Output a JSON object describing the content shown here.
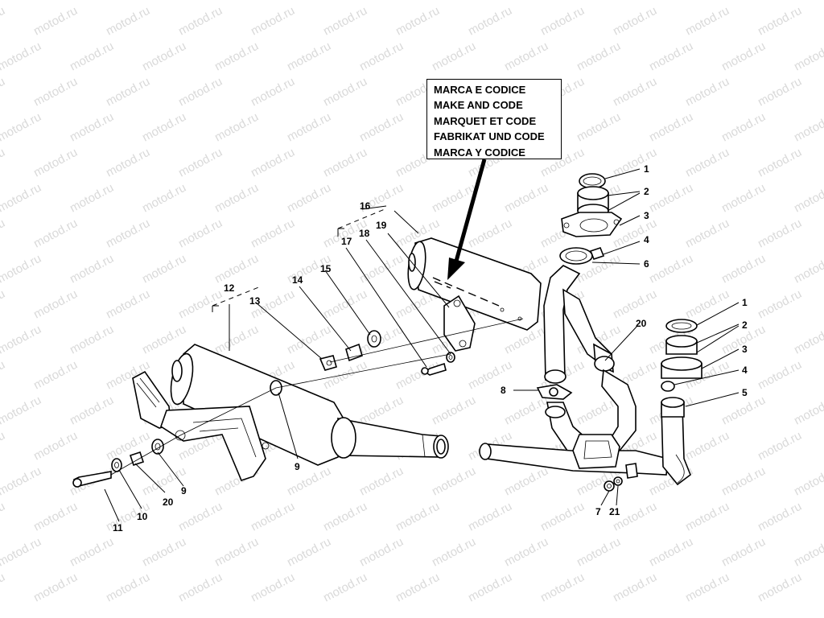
{
  "watermark": "motod.ru",
  "make_and_code_label": {
    "lines": [
      "MARCA E CODICE",
      "MAKE AND CODE",
      "MARQUET ET CODE",
      "FABRIKAT UND CODE",
      "MARCA Y CODICE"
    ]
  },
  "callouts": [
    "1",
    "2",
    "3",
    "4",
    "6",
    "1",
    "2",
    "3",
    "4",
    "5",
    "20",
    "8",
    "7",
    "21",
    "16",
    "19",
    "18",
    "17",
    "15",
    "14",
    "12",
    "13",
    "9",
    "9",
    "20",
    "10",
    "11"
  ]
}
